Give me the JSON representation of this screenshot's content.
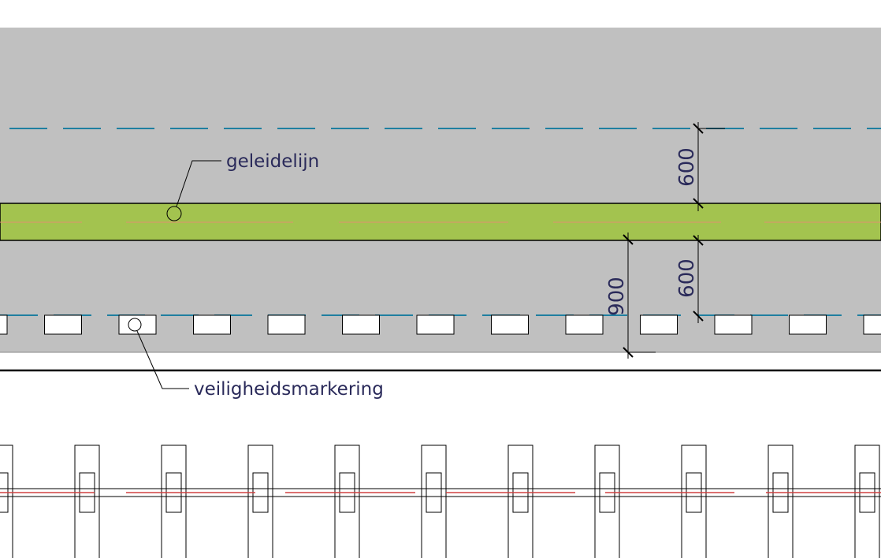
{
  "labels": {
    "guide_line": "geleidelijn",
    "safety_marking": "veiligheidsmarkering"
  },
  "dimensions": {
    "guide_to_dashed_line": "600",
    "guide_to_tiles_line": "600",
    "tiles_to_edge": "900"
  },
  "colors": {
    "platform": "#c0c0c0",
    "guide_strip": "#a3c34f",
    "dashed_line": "#1f7fa0",
    "rail_red": "#d04040",
    "ink": "#000000",
    "text": "#2a2a5a",
    "background": "#ffffff"
  }
}
